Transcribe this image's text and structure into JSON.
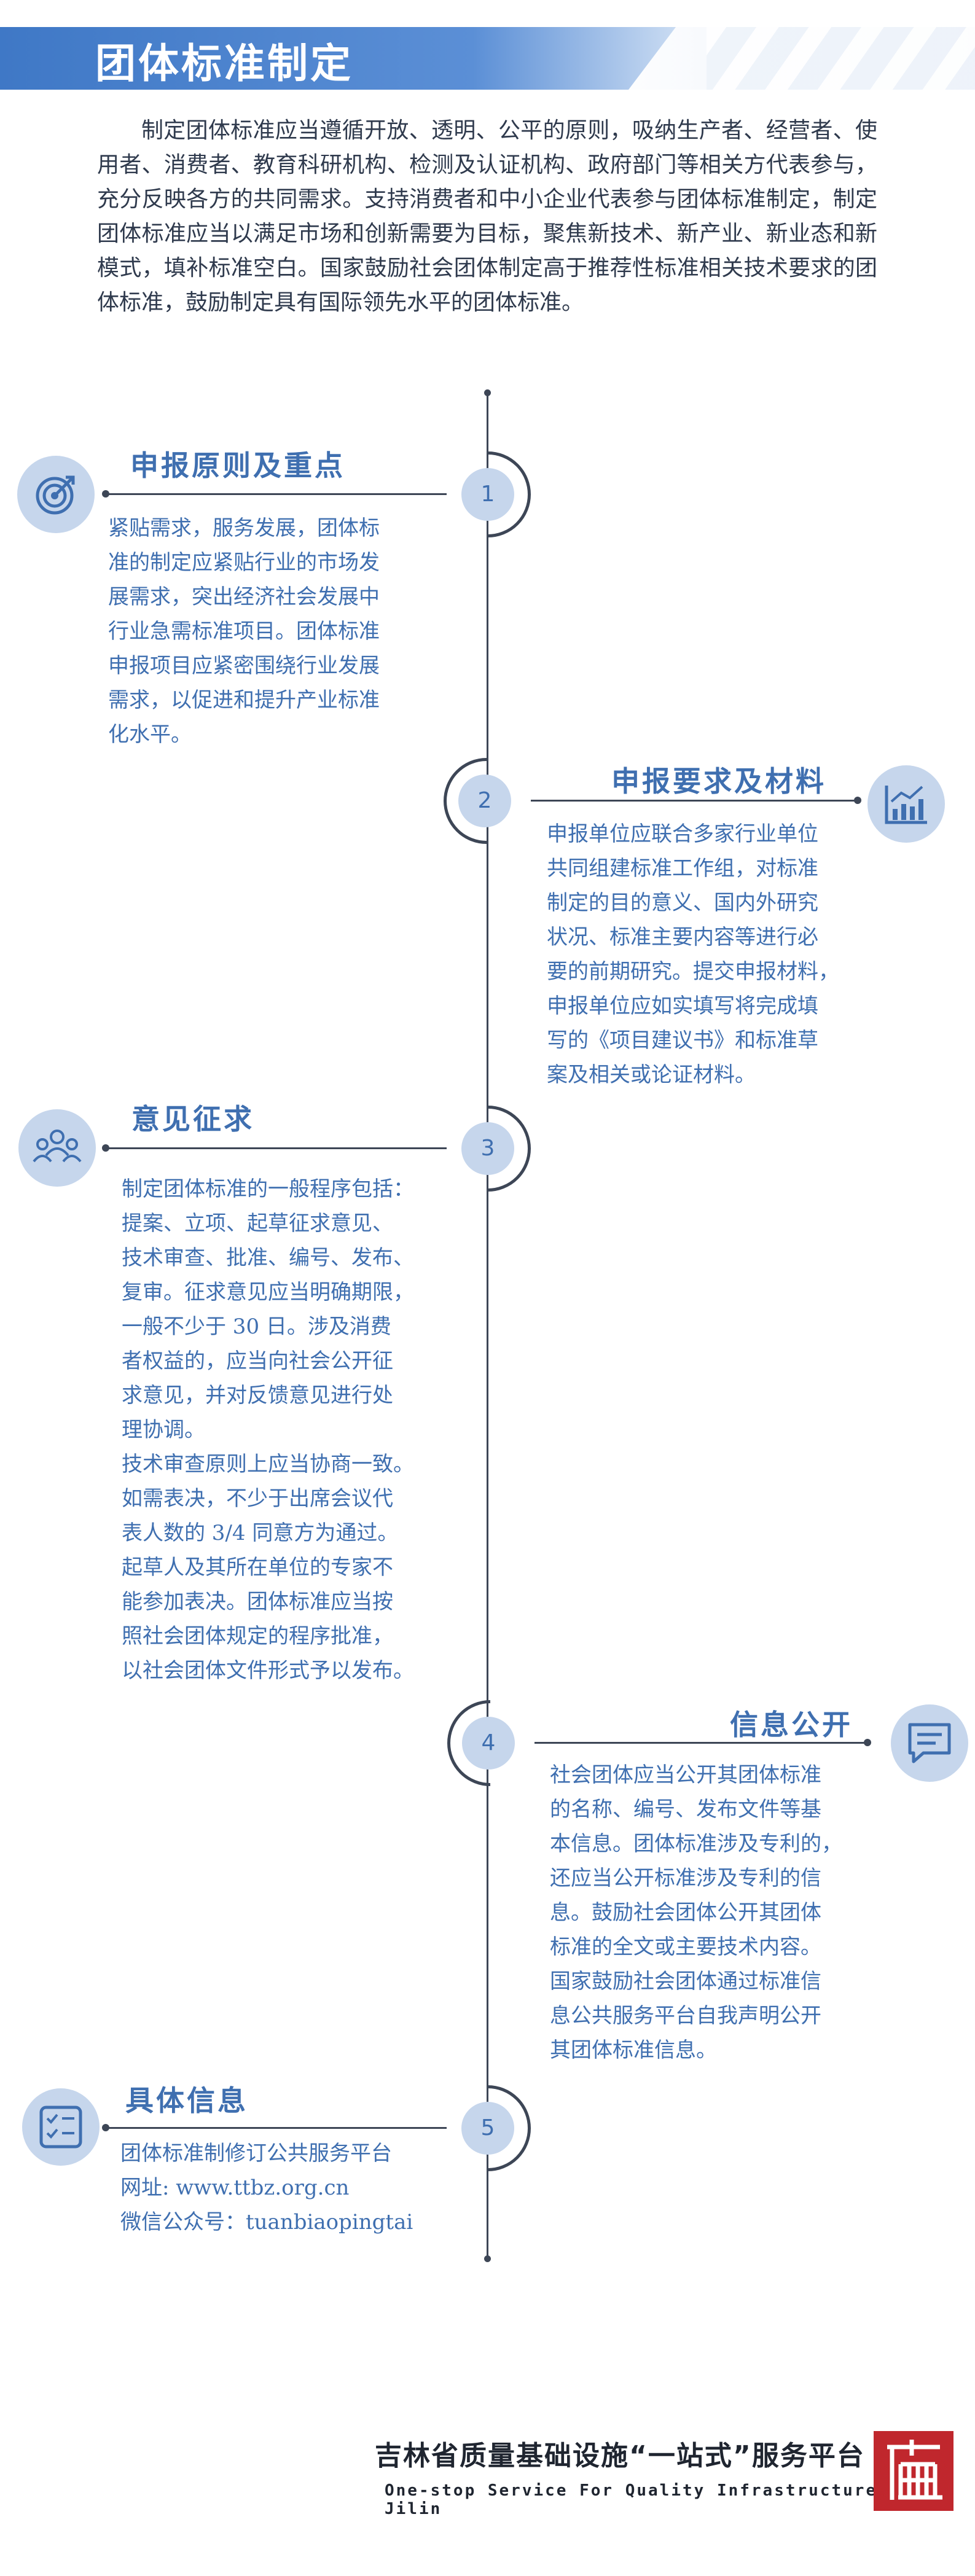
{
  "header": {
    "title": "团体标准制定"
  },
  "intro": {
    "text": "制定团体标准应当遵循开放、透明、公平的原则，吸纳生产者、经营者、使用者、消费者、教育科研机构、检测及认证机构、政府部门等相关方代表参与，充分反映各方的共同需求。支持消费者和中小企业代表参与团体标准制定，制定团体标准应当以满足市场和创新需要为目标，聚焦新技术、新产业、新业态和新模式，填补标准空白。国家鼓励社会团体制定高于推荐性标准相关技术要求的团体标准，鼓励制定具有国际领先水平的团体标准。"
  },
  "sections": [
    {
      "number": "1",
      "title": "申报原则及重点",
      "icon": "target-icon",
      "body": "紧贴需求，服务发展，团体标\n准的制定应紧贴行业的市场发\n展需求，突出经济社会发展中\n行业急需标准项目。团体标准\n申报项目应紧密围绕行业发展\n需求，以促进和提升产业标准\n化水平。"
    },
    {
      "number": "2",
      "title": "申报要求及材料",
      "icon": "bar-chart-icon",
      "body": "申报单位应联合多家行业单位\n共同组建标准工作组，对标准\n制定的目的意义、国内外研究\n状况、标准主要内容等进行必\n要的前期研究。提交申报材料，\n申报单位应如实填写将完成填\n写的《项目建议书》和标准草\n案及相关或论证材料。"
    },
    {
      "number": "3",
      "title": "意见征求",
      "icon": "people-icon",
      "body": "制定团体标准的一般程序包括：\n提案、立项、起草征求意见、\n技术审查、批准、编号、发布、\n复审。征求意见应当明确期限，\n一般不少于 30 日。涉及消费\n者权益的，应当向社会公开征\n求意见，并对反馈意见进行处\n理协调。\n技术审查原则上应当协商一致。\n如需表决，不少于出席会议代\n表人数的 3/4 同意方为通过。\n起草人及其所在单位的专家不\n能参加表决。团体标准应当按\n照社会团体规定的程序批准，\n以社会团体文件形式予以发布。"
    },
    {
      "number": "4",
      "title": "信息公开",
      "icon": "message-icon",
      "body": "社会团体应当公开其团体标准\n的名称、编号、发布文件等基\n本信息。团体标准涉及专利的，\n还应当公开标准涉及专利的信\n息。鼓励社会团体公开其团体\n标准的全文或主要技术内容。\n国家鼓励社会团体通过标准信\n息公共服务平台自我声明公开\n其团体标准信息。"
    },
    {
      "number": "5",
      "title": "具体信息",
      "icon": "checklist-icon",
      "body": "团体标准制修订公共服务平台\n网址: www.ttbz.org.cn\n微信公众号：tuanbiaopingtai"
    }
  ],
  "footer": {
    "org_cn": "吉林省质量基础设施“一站式”服务平台",
    "org_en": "One-stop Service For Quality Infrastructure In Jilin",
    "logo_icon": "red-seal-logo"
  },
  "colors": {
    "accent": "#3f6fb0",
    "node_fill": "#c6d6ec",
    "line": "#3d4656",
    "logo_red": "#c0272d"
  }
}
